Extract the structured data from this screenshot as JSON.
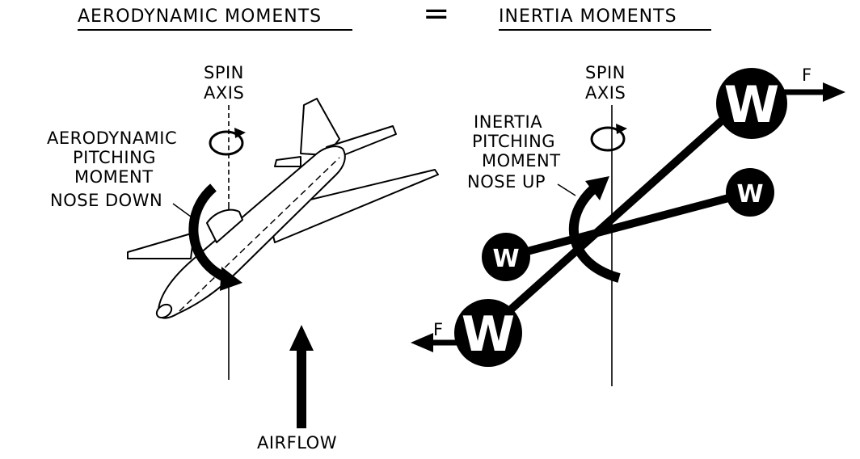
{
  "header": {
    "left": "AERODYNAMIC MOMENTS",
    "equals": "=",
    "right": "INERTIA MOMENTS"
  },
  "left_panel": {
    "spin_axis": [
      "SPIN",
      "AXIS"
    ],
    "moment_label": [
      "AERODYNAMIC",
      "PITCHING",
      "MOMENT",
      "NOSE DOWN"
    ],
    "airflow": "AIRFLOW"
  },
  "right_panel": {
    "spin_axis": [
      "SPIN",
      "AXIS"
    ],
    "moment_label": [
      "INERTIA",
      "PITCHING",
      "MOMENT",
      "NOSE UP"
    ],
    "weight_symbol": "W",
    "force_symbol": "F"
  },
  "colors": {
    "ink": "#000000",
    "paper": "#ffffff"
  }
}
